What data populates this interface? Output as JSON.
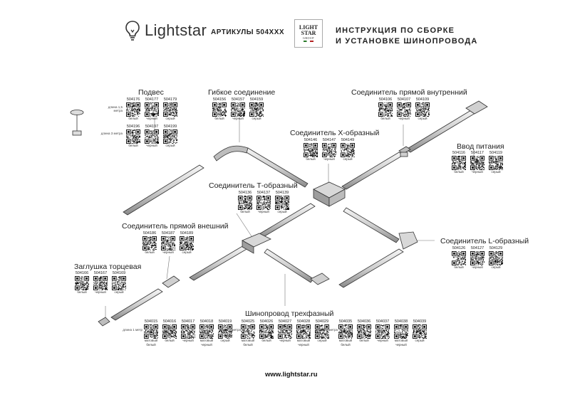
{
  "header": {
    "brand": "Lightstar",
    "articles": "АРТИКУЛЫ 504XXX",
    "logo_lines": [
      "LIGHT",
      "STAR",
      "GROUP"
    ],
    "title_line1": "ИНСТРУКЦИЯ ПО СБОРКЕ",
    "title_line2": "И УСТАНОВКЕ ШИНОПРОВОДА"
  },
  "labels": {
    "podves": "Подвес",
    "flex": "Гибкое соединение",
    "straight_inner": "Соединитель прямой внутренний",
    "x_conn": "Соединитель Х-образный",
    "power": "Ввод питания",
    "t_conn": "Соединитель Т-образный",
    "straight_outer": "Соединитель прямой внешний",
    "l_conn": "Соединитель L-образный",
    "endcap": "Заглушка торцевая",
    "track": "Шинопровод трехфазный"
  },
  "notes": {
    "podves_a": "длина 1,5 метра",
    "podves_b": "длина 3 метра",
    "track_a": "длина 1 метр",
    "track_b": "длина 2 метра",
    "track_c": "длина 3 метра"
  },
  "groups": {
    "podves_a": [
      {
        "code": "504176",
        "color": "белый"
      },
      {
        "code": "504177",
        "color": "черный"
      },
      {
        "code": "504179",
        "color": "серый"
      }
    ],
    "podves_b": [
      {
        "code": "504196",
        "color": "белый"
      },
      {
        "code": "504197",
        "color": "черный"
      },
      {
        "code": "504199",
        "color": "серый"
      }
    ],
    "flex": [
      {
        "code": "504156",
        "color": "белый"
      },
      {
        "code": "504157",
        "color": "черный"
      },
      {
        "code": "504159",
        "color": "серый"
      }
    ],
    "straight_inner": [
      {
        "code": "504106",
        "color": "белый"
      },
      {
        "code": "504107",
        "color": "черный"
      },
      {
        "code": "504109",
        "color": "серый"
      }
    ],
    "x_conn": [
      {
        "code": "504146",
        "color": "белый"
      },
      {
        "code": "504147",
        "color": "черный"
      },
      {
        "code": "504149",
        "color": "серый"
      }
    ],
    "power": [
      {
        "code": "504116",
        "color": "белый"
      },
      {
        "code": "504117",
        "color": "черный"
      },
      {
        "code": "504119",
        "color": "серый"
      }
    ],
    "t_conn": [
      {
        "code": "504136",
        "color": "белый"
      },
      {
        "code": "504137",
        "color": "черный"
      },
      {
        "code": "504139",
        "color": "серый"
      }
    ],
    "straight_outer": [
      {
        "code": "504186",
        "color": "белый"
      },
      {
        "code": "504187",
        "color": "черный"
      },
      {
        "code": "504189",
        "color": "серый"
      }
    ],
    "l_conn": [
      {
        "code": "504126",
        "color": "белый"
      },
      {
        "code": "504127",
        "color": "черный"
      },
      {
        "code": "504129",
        "color": "серый"
      }
    ],
    "endcap": [
      {
        "code": "504166",
        "color": "белый"
      },
      {
        "code": "504167",
        "color": "черный"
      },
      {
        "code": "504169",
        "color": "серый"
      }
    ],
    "track_a": [
      {
        "code": "504015",
        "color": "матовый белый"
      },
      {
        "code": "504016",
        "color": "белый"
      },
      {
        "code": "504017",
        "color": "черный"
      },
      {
        "code": "504018",
        "color": "матовый черный"
      },
      {
        "code": "504019",
        "color": "серый"
      }
    ],
    "track_b": [
      {
        "code": "504025",
        "color": "матовый белый"
      },
      {
        "code": "504026",
        "color": "белый"
      },
      {
        "code": "504027",
        "color": "черный"
      },
      {
        "code": "504028",
        "color": "матовый черный"
      },
      {
        "code": "504029",
        "color": "серый"
      }
    ],
    "track_c": [
      {
        "code": "504035",
        "color": "матовый белый"
      },
      {
        "code": "504036",
        "color": "белый"
      },
      {
        "code": "504037",
        "color": "черный"
      },
      {
        "code": "504038",
        "color": "матовый черный"
      },
      {
        "code": "504039",
        "color": "серый"
      }
    ]
  },
  "footer": {
    "url": "www.lightstar.ru"
  },
  "colors": {
    "text": "#222222",
    "line": "#555555",
    "accent": "#b22222"
  }
}
